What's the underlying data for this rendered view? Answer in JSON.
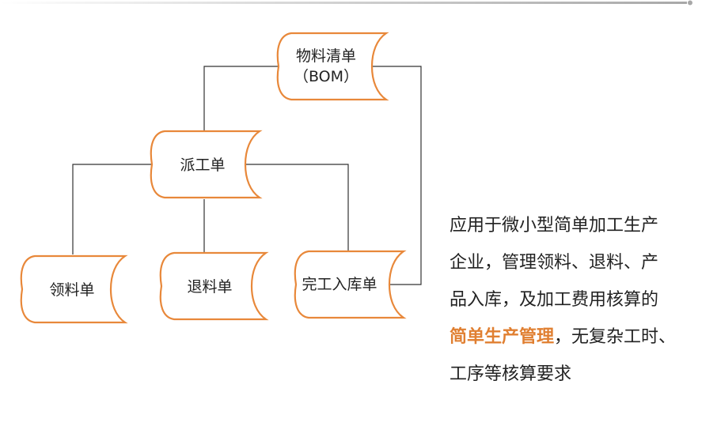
{
  "nodes": {
    "bom": {
      "line1": "物料清单",
      "line2": "（BOM）"
    },
    "dispatch": {
      "label": "派工单"
    },
    "pick": {
      "label": "领料单"
    },
    "return": {
      "label": "退料单"
    },
    "finish": {
      "label": "完工入库单"
    }
  },
  "description": {
    "lines": [
      "应用于微小型简单加工生产",
      "企业，管理领料、退料、产",
      "品入库，及加工费用核算的"
    ],
    "highlight": "简单生产管理",
    "line4_rest": "，无复杂工时、",
    "line5": "工序等核算要求"
  },
  "colors": {
    "shape_stroke": "#e8883a",
    "connector": "#333333",
    "top_rule": "#bbbbbb",
    "highlight": "#e07f31"
  }
}
